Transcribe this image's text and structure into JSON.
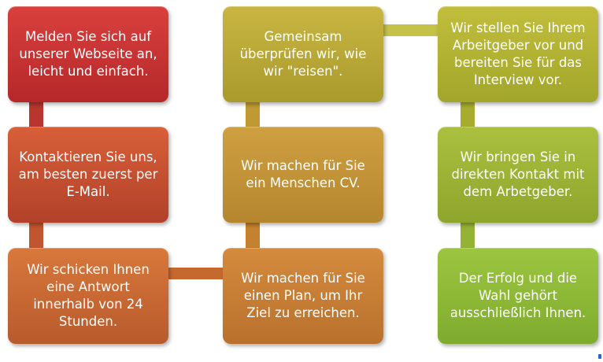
{
  "steps": [
    {
      "text": "Melden Sie sich auf\nunserer Webseite an,\nleicht und einfach.",
      "color_top": "#d9403d",
      "color_bottom": "#b5282a"
    },
    {
      "text": "Kontaktieren Sie uns,\nam besten zuerst per\nE-Mail.",
      "color_top": "#d85f38",
      "color_bottom": "#b2412a"
    },
    {
      "text": "Wir schicken Ihnen\neine Antwort\ninnerhalb von 24\nStunden.",
      "color_top": "#d8783c",
      "color_bottom": "#b85a2c"
    },
    {
      "text": "Wir machen für Sie\neinen Plan, um Ihr\nZiel zu erreichen.",
      "color_top": "#d48b3d",
      "color_bottom": "#b9702c"
    },
    {
      "text": "Wir machen für Sie\nein Menschen CV.",
      "color_top": "#cfa041",
      "color_bottom": "#b5862e"
    },
    {
      "text": "Gemeinsam\nüberprüfen wir, wie\nwir \"reisen\".",
      "color_top": "#c9b642",
      "color_bottom": "#a99a2d"
    },
    {
      "text": "Wir stellen Sie Ihrem\nArbeitgeber vor und\nbereiten Sie für das\nInterview vor.",
      "color_top": "#c2be3c",
      "color_bottom": "#a2a62a"
    },
    {
      "text": "Wir bringen Sie in\ndirekten Kontakt mit\ndem Arbetgeber.",
      "color_top": "#abc03f",
      "color_bottom": "#8ea52c"
    },
    {
      "text": "Der Erfolg und die\nWahl gehört\nausschließlich Ihnen.",
      "color_top": "#9cc640",
      "color_bottom": "#7fab2e"
    }
  ],
  "connector_colors": {
    "c1": "#b9362f",
    "c2": "#c0552f",
    "c3": "#c6692f",
    "c4": "#c4812f",
    "c5": "#bf9a33",
    "c6": "#c5c24a",
    "c7": "#a7ac2e",
    "c8": "#94b234"
  }
}
